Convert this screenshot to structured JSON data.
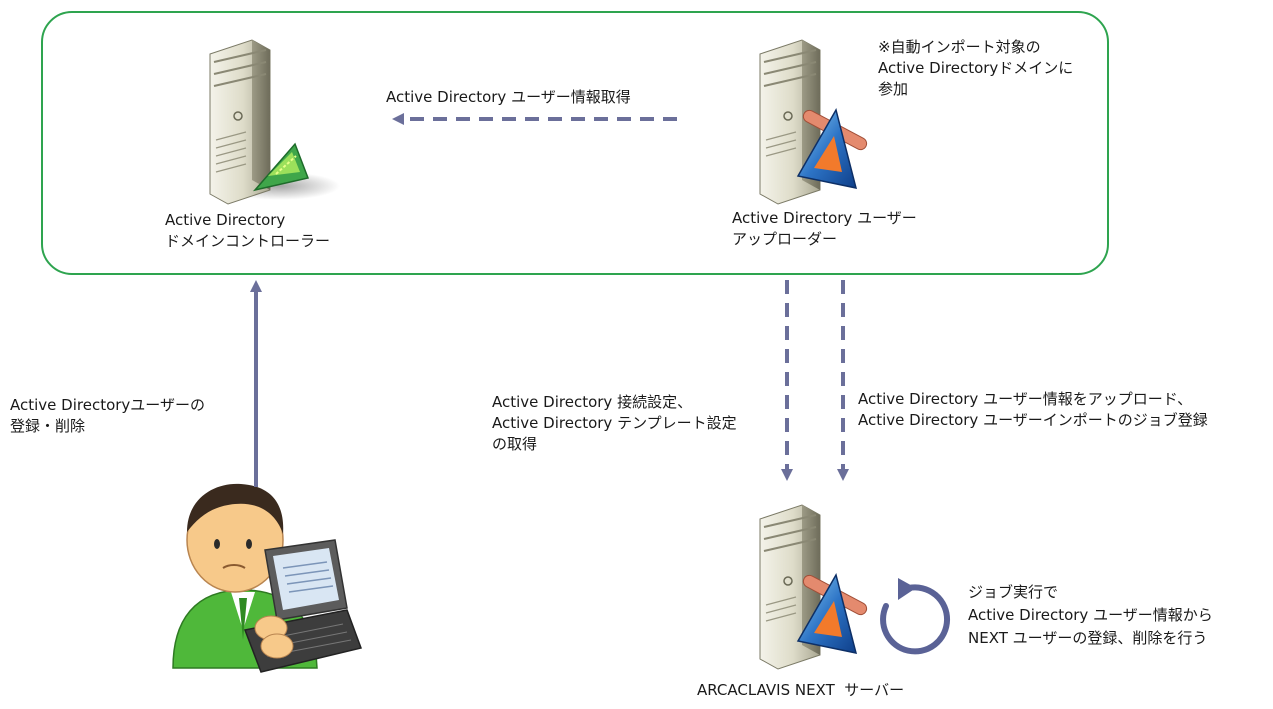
{
  "colors": {
    "frame": "#2ea44f",
    "arrow": "#6b6f9a",
    "server_body": "#d9d7c4",
    "shirt": "#4fb83a",
    "laptop": "#5c5c5c"
  },
  "icons": {
    "domain_controller": "server-green-shield-icon",
    "uploader": "server-arcaclavis-icon",
    "next_server": "server-arcaclavis-icon",
    "admin": "person-laptop-icon",
    "job_cycle": "circular-refresh-icon"
  },
  "labels": {
    "dc_line1": "Active Directory",
    "dc_line2": "ドメインコントローラー",
    "uploader_line1": "Active Directory ユーザー",
    "uploader_line2": "アップローダー",
    "note_line1": "※自動インポート対象の",
    "note_line2": "Active Directoryドメインに",
    "note_line3": "参加",
    "top_arrow": "Active Directory ユーザー情報取得",
    "admin_line1": "Active Directoryユーザーの",
    "admin_line2": "登録・削除",
    "settings_line1": "Active Directory 接続設定、",
    "settings_line2": "Active Directory テンプレート設定",
    "settings_line3": "の取得",
    "upload_line1": "Active Directory ユーザー情報をアップロード、",
    "upload_line2": "Active Directory ユーザーインポートのジョブ登録",
    "job_line1": "ジョブ実行で",
    "job_line2": "Active Directory ユーザー情報から",
    "job_line3": "NEXT ユーザーの登録、削除を行う",
    "next_server": "ARCACLAVIS NEXT  サーバー"
  }
}
